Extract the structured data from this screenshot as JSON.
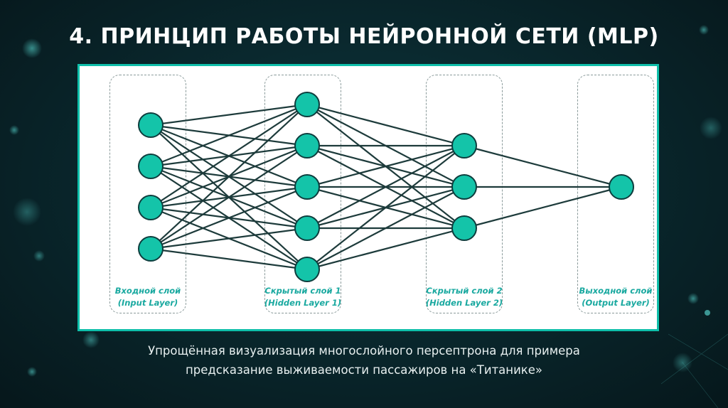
{
  "slide": {
    "title": "4. ПРИНЦИП РАБОТЫ НЕЙРОННОЙ СЕТИ (MLP)",
    "caption_line1": "Упрощённая визуализация многослойного персептрона для примера",
    "caption_line2": "предсказание выживаемости пассажиров на «Титанике»"
  },
  "network": {
    "layers": [
      {
        "name": "Входной слой",
        "subname": "(Input Layer)",
        "neurons": 4
      },
      {
        "name": "Скрытый слой 1",
        "subname": "(Hidden Layer 1)",
        "neurons": 5
      },
      {
        "name": "Скрытый слой 2",
        "subname": "(Hidden Layer 2)",
        "neurons": 3
      },
      {
        "name": "Выходной слой",
        "subname": "(Output Layer)",
        "neurons": 1
      }
    ],
    "fully_connected": true
  },
  "colors": {
    "neuron_fill": "#14c4a9",
    "neuron_stroke": "#0d3d3d",
    "edge": "#1d3b3b",
    "label": "#1aa9a0",
    "panel_border": "#0fbfaa"
  }
}
